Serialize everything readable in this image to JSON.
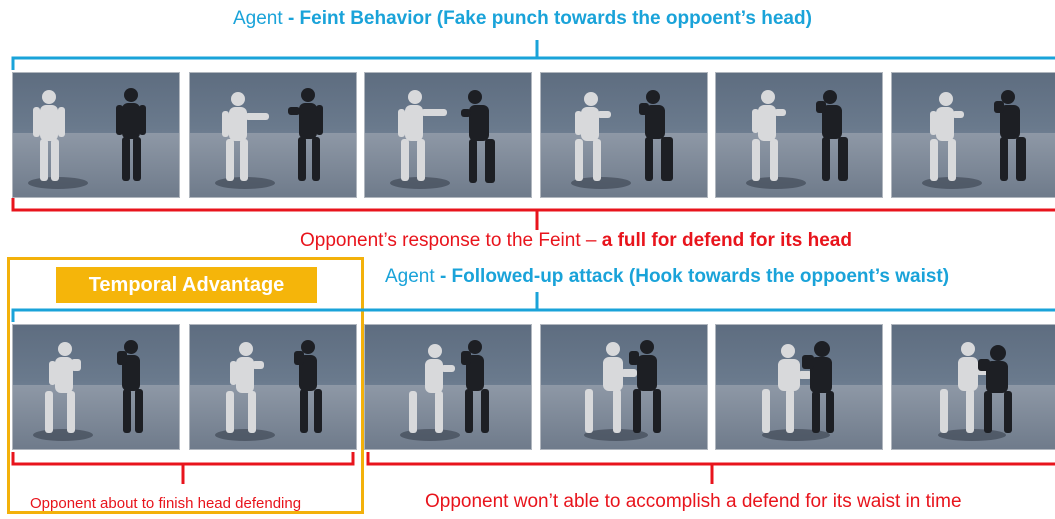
{
  "top_caption": {
    "prefix": "Agent",
    "bold": "- Feint Behavior (Fake punch towards the oppoent’s head)"
  },
  "middle_caption": {
    "prefix": "Opponent’s response to the Feint – ",
    "bold": "a full for defend for its head"
  },
  "temporal_advantage_label": "Temporal Advantage",
  "second_caption": {
    "prefix": "Agent ",
    "bold": "- Followed-up attack (Hook towards the oppoent’s waist)"
  },
  "bottom_left_caption": "Opponent about to finish head defending",
  "bottom_right_caption": "Opponent won’t able to accomplish a defend for its waist in time",
  "colors": {
    "agent_blue": "#1aa3d9",
    "opponent_red": "#e8141c",
    "advantage_orange": "#f5b50a"
  },
  "top_row_frames": [
    "frame-1",
    "frame-2",
    "frame-3",
    "frame-4",
    "frame-5",
    "frame-6"
  ],
  "bottom_row_frames": [
    "frame-1",
    "frame-2",
    "frame-3",
    "frame-4",
    "frame-5",
    "frame-6"
  ]
}
